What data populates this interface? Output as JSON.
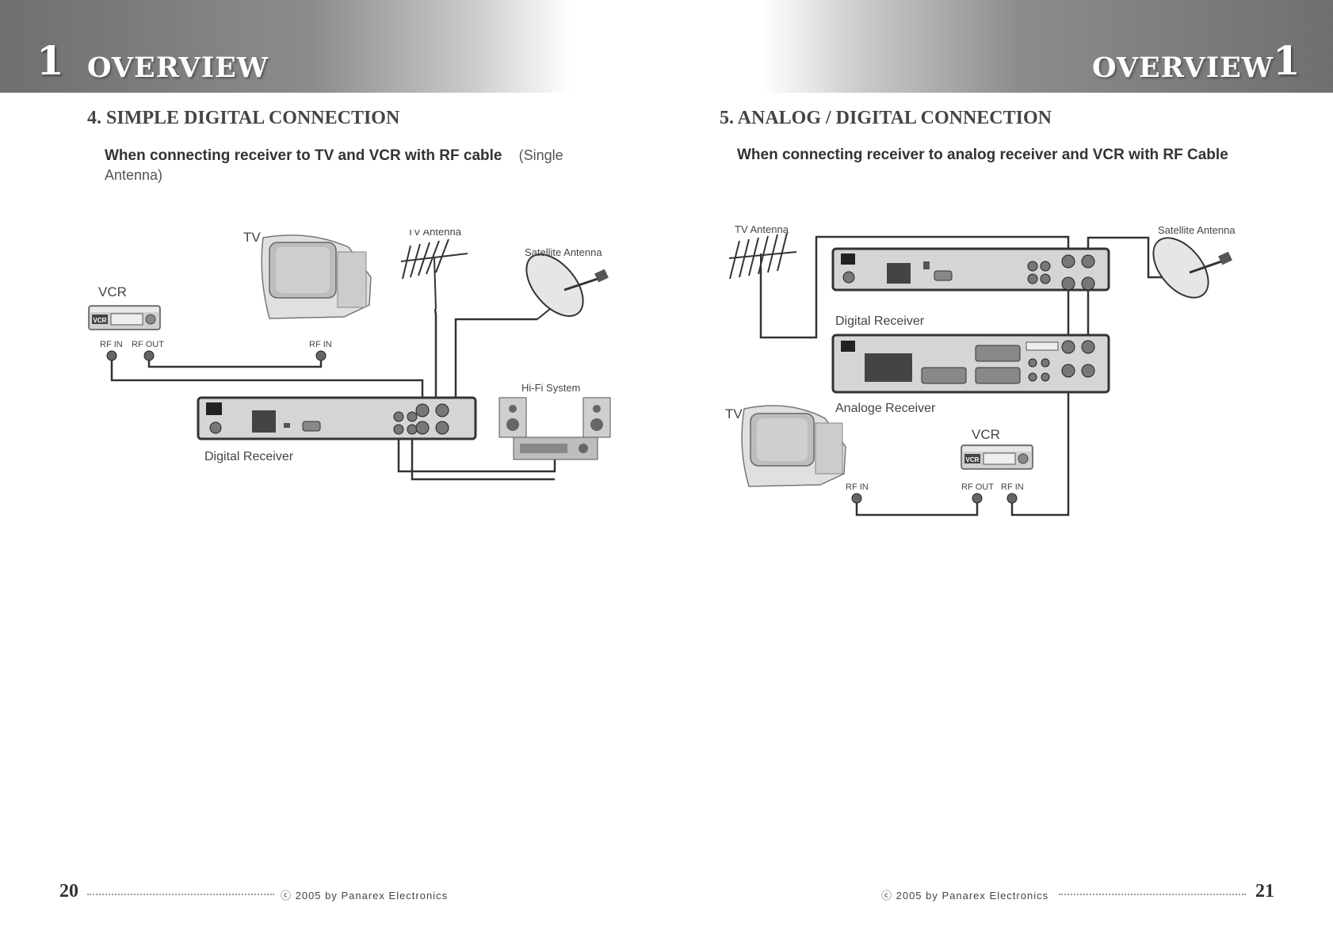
{
  "left_page": {
    "chapter_number": "1",
    "chapter_title": "OVERVIEW",
    "section_title": "4. SIMPLE DIGITAL CONNECTION",
    "subtitle_bold": "When connecting receiver to TV and VCR with RF cable",
    "subtitle_paren": "(Single Antenna)",
    "diagram": {
      "tv": "TV",
      "vcr": "VCR",
      "vcr_badge": "VCR",
      "vcr_rf_in": "RF IN",
      "vcr_rf_out": "RF OUT",
      "tv_rf_in": "RF IN",
      "tv_antenna": "TV Antenna",
      "satellite_antenna": "Satellite Antenna",
      "hifi": "Hi-Fi System",
      "digital_receiver": "Digital Receiver"
    },
    "page_number": "20",
    "copyright": "ⓒ 2005 by Panarex Electronics"
  },
  "right_page": {
    "chapter_number": "1",
    "chapter_title": "OVERVIEW",
    "section_title": "5. ANALOG / DIGITAL CONNECTION",
    "subtitle_bold": "When connecting receiver to analog receiver and VCR with RF Cable",
    "diagram": {
      "tv_antenna": "TV Antenna",
      "satellite_antenna": "Satellite Antenna",
      "digital_receiver": "Digital Receiver",
      "analog_receiver": "Analoge Receiver",
      "tv": "TV",
      "vcr": "VCR",
      "vcr_badge": "VCR",
      "tv_rf_in": "RF IN",
      "vcr_rf_out": "RF OUT",
      "vcr_rf_in": "RF IN"
    },
    "page_number": "21",
    "copyright": "ⓒ 2005 by Panarex Electronics"
  },
  "colors": {
    "header_band": "#7a7a7a",
    "header_text": "#ffffff",
    "cable": "#333333",
    "device_body": "#d8d8d8"
  }
}
